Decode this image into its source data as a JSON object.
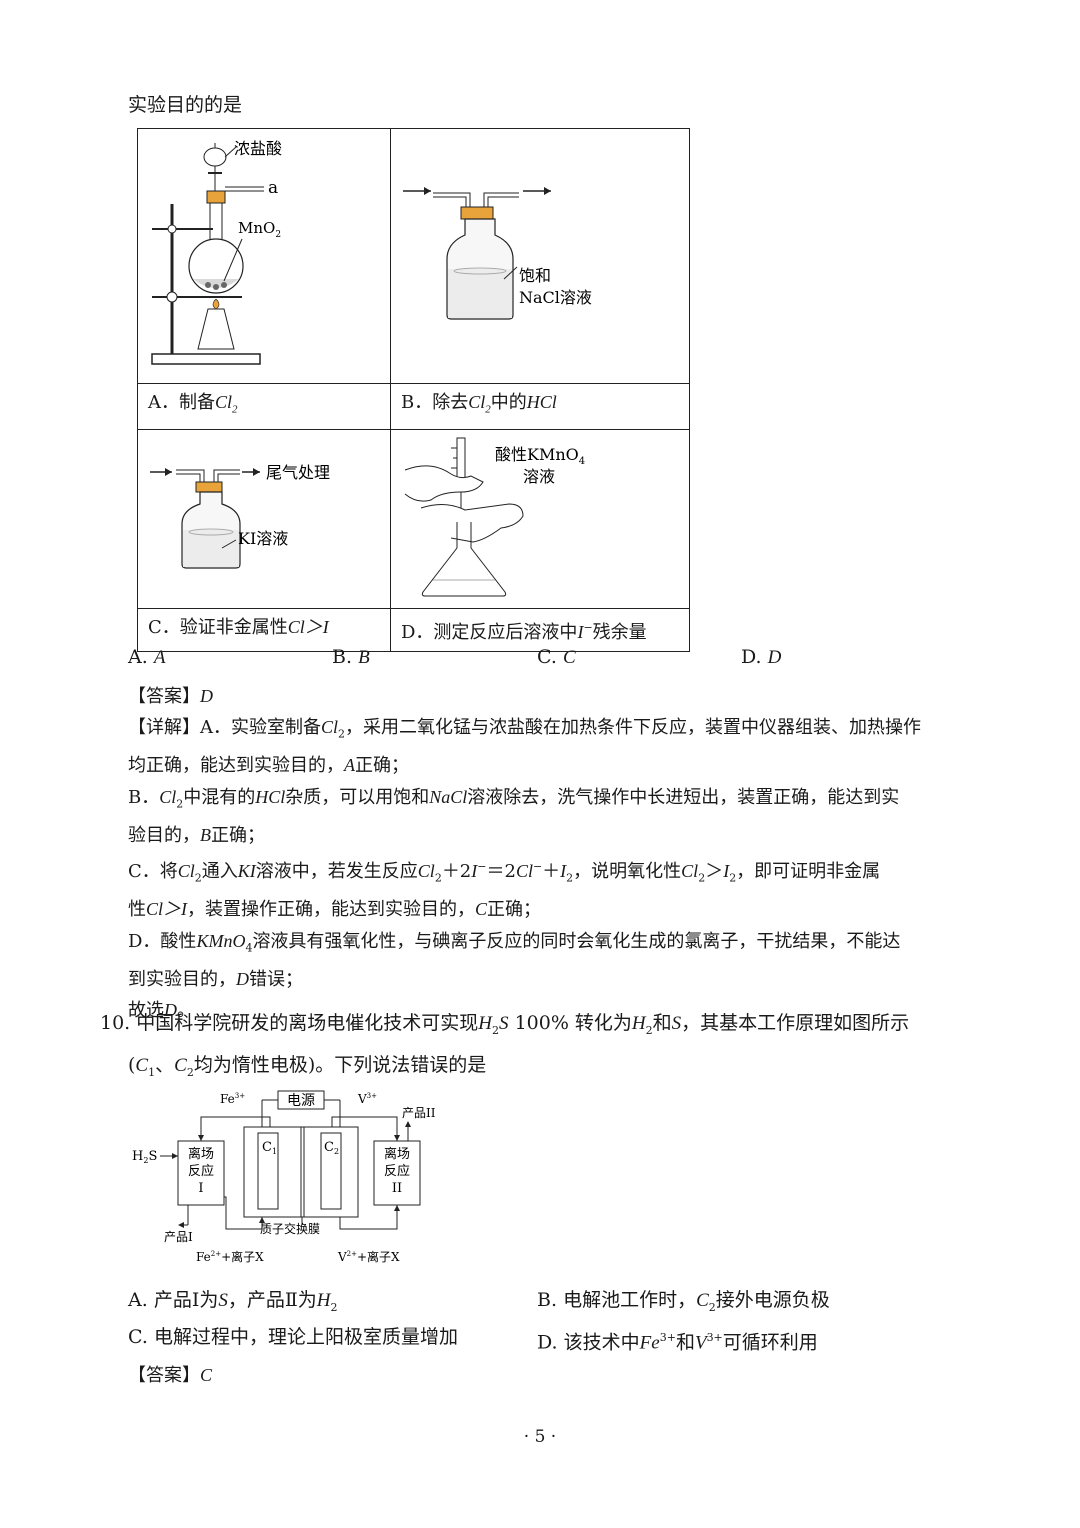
{
  "intro": "实验目的的是",
  "table": {
    "a": {
      "caption": "A．制备",
      "chem": "Cl",
      "sub": "2",
      "labels": {
        "acid": "浓盐酸",
        "outlet": "a",
        "oxide": "MnO",
        "oxide_sub": "2"
      }
    },
    "b": {
      "caption": "B．除去",
      "chem": "Cl",
      "sub": "2",
      "rest": "中的",
      "chem2": "HCl",
      "labels": {
        "l1": "饱和",
        "l2": "NaCl溶液"
      }
    },
    "c": {
      "caption": "C．验证非金属性",
      "expr": "Cl＞I",
      "labels": {
        "tail": "尾气处理",
        "sol": "KI溶液"
      }
    },
    "d": {
      "caption": "D．测定反应后溶液中",
      "ion": "I",
      "ion_sup": "−",
      "rest": "残余量",
      "labels": {
        "l1": "酸性KMnO",
        "l1_sub": "4",
        "l2": "溶液"
      }
    }
  },
  "q9_options": [
    {
      "letter": "A.",
      "value": "A"
    },
    {
      "letter": "B.",
      "value": "B"
    },
    {
      "letter": "C.",
      "value": "C"
    },
    {
      "letter": "D.",
      "value": "D"
    }
  ],
  "q9_answer": {
    "label": "【答案】",
    "value": "D"
  },
  "q9_detail": {
    "label": "【详解】",
    "a1": "A．实验室制备",
    "a2": "，采用二氧化锰与浓盐酸在加热条件下反应，装置中仪器组装、加热操作",
    "a3": "均正确，能达到实验目的，",
    "a4": "正确；",
    "b1": "B．",
    "b2": "中混有的",
    "b3": "杂质，可以用饱和",
    "b4": "溶液除去，洗气操作中长进短出，装置正确，能达到实",
    "b5": "验目的，",
    "b6": "正确；",
    "c1": "C．将",
    "c2": "通入",
    "c3": "溶液中，若发生反应",
    "c4": "，说明氧化性",
    "c5": "，即可证明非金属",
    "c6": "性",
    "c7": "，装置操作正确，能达到实验目的，",
    "c8": "正确；",
    "d1": "D．酸性",
    "d2": "溶液具有强氧化性，与碘离子反应的同时会氧化生成的氯离子，干扰结果，不能达",
    "d3": "到实验目的，",
    "d4": "错误；",
    "end1": "故选",
    "end2": "。"
  },
  "q10": {
    "number": "10.",
    "s1": "中国科学院研发的离场电催化技术可实现",
    "s2": "100% 转化为",
    "s3": "和",
    "s4": "，其基本工作原理如图所示",
    "s5": "(",
    "s6": "均为惰性电极)。下列说法错误的是"
  },
  "diagram": {
    "fe3": "Fe",
    "fe3_sup": "3+",
    "power": "电源",
    "v3": "V",
    "v3_sup": "3+",
    "product2": "产品II",
    "h2s": "H",
    "h2s_sub": "2",
    "h2s_s": "S",
    "r1": [
      "离场",
      "反应",
      "I"
    ],
    "r2": [
      "离场",
      "反应",
      "II"
    ],
    "c1": "C",
    "c1_sub": "1",
    "c2": "C",
    "c2_sub": "2",
    "membrane": "质子交换膜",
    "product1": "产品I",
    "fe2": "Fe",
    "fe2_sup": "2+",
    "fe2_rest": "+离子X",
    "v2": "V",
    "v2_sup": "2+",
    "v2_rest": "+离子X"
  },
  "q10_options": {
    "a": {
      "letter": "A.",
      "t1": "产品Ⅰ为",
      "t2": "，产品Ⅱ为"
    },
    "b": {
      "letter": "B.",
      "t1": "电解池工作时，",
      "t2": "接外电源负极"
    },
    "c": {
      "letter": "C.",
      "t1": "电解过程中，理论上阳极室质量增加"
    },
    "d": {
      "letter": "D.",
      "t1": "该技术中",
      "t2": "和",
      "t3": "可循环利用"
    }
  },
  "q10_answer": {
    "label": "【答案】",
    "value": "C"
  },
  "page_number": "· 5 ·"
}
